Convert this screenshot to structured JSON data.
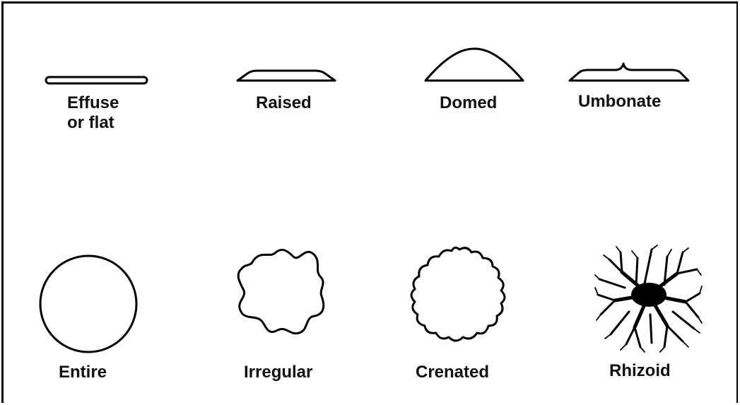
{
  "profiles": {
    "effuse": {
      "line1": "Effuse",
      "line2": "or flat"
    },
    "raised": "Raised",
    "domed": "Domed",
    "umbonate": "Umbonate"
  },
  "margins": {
    "entire": "Entire",
    "irregular": "Irregular",
    "crenated": "Crenated",
    "rhizoid": "Rhizoid"
  },
  "colors": {
    "ink": "#000000",
    "background": "#ffffff"
  }
}
